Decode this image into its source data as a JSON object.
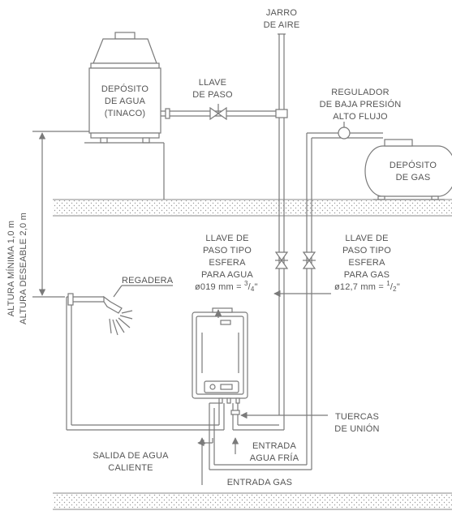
{
  "labels": {
    "jarro_1": "JARRO",
    "jarro_2": "DE AIRE",
    "tank_1": "DEPÓSITO",
    "tank_2": "DE AGUA",
    "tank_3": "(TINACO)",
    "valve_1": "LLAVE",
    "valve_2": "DE PASO",
    "reg_1": "REGULADOR",
    "reg_2": "DE BAJA PRESIÓN",
    "reg_3": "ALTO FLUJO",
    "gas_1": "DEPÓSITO",
    "gas_2": "DE GAS",
    "height_1": "ALTURA MÍNIMA 1,0 m",
    "height_2": "ALTURA DESEABLE 2,0 m",
    "water_valve_1": "LLAVE DE",
    "water_valve_2": "PASO TIPO",
    "water_valve_3": "ESFERA",
    "water_valve_4": "PARA AGUA",
    "water_valve_5": "ø019 mm = ",
    "water_valve_frac_num": "3",
    "water_valve_frac_den": "4",
    "water_valve_inch": "\"",
    "gas_valve_1": "LLAVE DE",
    "gas_valve_2": "PASO TIPO",
    "gas_valve_3": "ESFERA",
    "gas_valve_4": "PARA GAS",
    "gas_valve_5": "ø12,7 mm = ",
    "gas_valve_frac_num": "1",
    "gas_valve_frac_den": "2",
    "gas_valve_inch": "\"",
    "shower": "REGADERA",
    "nuts_1": "TUERCAS",
    "nuts_2": "DE UNIÓN",
    "cold_1": "ENTRADA",
    "cold_2": "AGUA FRÍA",
    "hot_1": "SALIDA DE AGUA",
    "hot_2": "CALIENTE",
    "gas_in": "ENTRADA GAS"
  },
  "colors": {
    "line": "#7a7a7a",
    "text": "#555555",
    "ground_dots": "#9a9a9a"
  },
  "icons": [
    "shower-head-icon",
    "valve-icon",
    "arrow-icon",
    "dot-pattern"
  ]
}
